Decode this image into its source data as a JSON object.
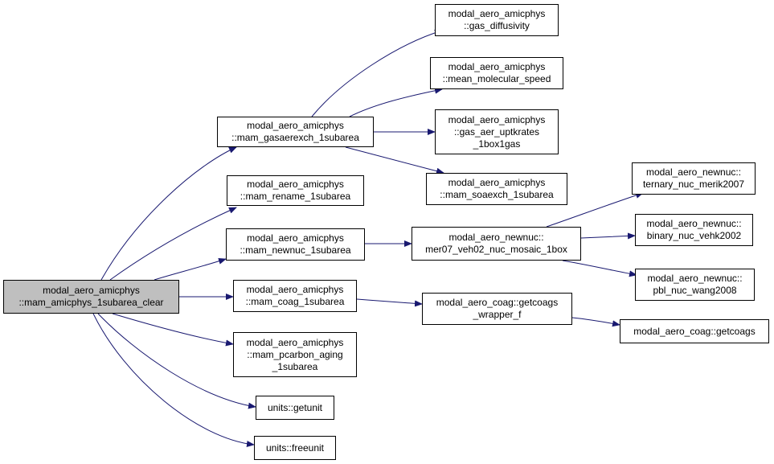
{
  "diagram": {
    "type": "call-graph",
    "colors": {
      "edge": "#191970",
      "node_border": "#000000",
      "node_fill": "#ffffff",
      "root_fill": "#bfbfbf"
    },
    "nodes": [
      {
        "id": "root",
        "root": true,
        "lines": [
          "modal_aero_amicphys",
          "::mam_amicphys_1subarea_clear"
        ]
      },
      {
        "id": "gasaerexch",
        "lines": [
          "modal_aero_amicphys",
          "::mam_gasaerexch_1subarea"
        ]
      },
      {
        "id": "rename",
        "lines": [
          "modal_aero_amicphys",
          "::mam_rename_1subarea"
        ]
      },
      {
        "id": "newnuc",
        "lines": [
          "modal_aero_amicphys",
          "::mam_newnuc_1subarea"
        ]
      },
      {
        "id": "coag",
        "lines": [
          "modal_aero_amicphys",
          "::mam_coag_1subarea"
        ]
      },
      {
        "id": "pcarbon",
        "lines": [
          "modal_aero_amicphys",
          "::mam_pcarbon_aging",
          "_1subarea"
        ]
      },
      {
        "id": "getunit",
        "lines": [
          "units::getunit"
        ]
      },
      {
        "id": "freeunit",
        "lines": [
          "units::freeunit"
        ]
      },
      {
        "id": "gas_diff",
        "lines": [
          "modal_aero_amicphys",
          "::gas_diffusivity"
        ]
      },
      {
        "id": "mean_mol",
        "lines": [
          "modal_aero_amicphys",
          "::mean_molecular_speed"
        ]
      },
      {
        "id": "uptk",
        "lines": [
          "modal_aero_amicphys",
          "::gas_aer_uptkrates",
          "_1box1gas"
        ]
      },
      {
        "id": "soaexch",
        "lines": [
          "modal_aero_amicphys",
          "::mam_soaexch_1subarea"
        ]
      },
      {
        "id": "mer07",
        "lines": [
          "modal_aero_newnuc::",
          "mer07_veh02_nuc_mosaic_1box"
        ]
      },
      {
        "id": "ternary",
        "lines": [
          "modal_aero_newnuc::",
          "ternary_nuc_merik2007"
        ]
      },
      {
        "id": "binary",
        "lines": [
          "modal_aero_newnuc::",
          "binary_nuc_vehk2002"
        ]
      },
      {
        "id": "pbl",
        "lines": [
          "modal_aero_newnuc::",
          "pbl_nuc_wang2008"
        ]
      },
      {
        "id": "getcoags_wrapper",
        "lines": [
          "modal_aero_coag::getcoags",
          "_wrapper_f"
        ]
      },
      {
        "id": "getcoags",
        "lines": [
          "modal_aero_coag::getcoags"
        ]
      }
    ],
    "edges": [
      {
        "from": "root",
        "to": "gasaerexch"
      },
      {
        "from": "root",
        "to": "rename"
      },
      {
        "from": "root",
        "to": "newnuc"
      },
      {
        "from": "root",
        "to": "coag"
      },
      {
        "from": "root",
        "to": "pcarbon"
      },
      {
        "from": "root",
        "to": "getunit"
      },
      {
        "from": "root",
        "to": "freeunit"
      },
      {
        "from": "gasaerexch",
        "to": "gas_diff"
      },
      {
        "from": "gasaerexch",
        "to": "mean_mol"
      },
      {
        "from": "gasaerexch",
        "to": "uptk"
      },
      {
        "from": "gasaerexch",
        "to": "soaexch"
      },
      {
        "from": "newnuc",
        "to": "mer07"
      },
      {
        "from": "mer07",
        "to": "ternary"
      },
      {
        "from": "mer07",
        "to": "binary"
      },
      {
        "from": "mer07",
        "to": "pbl"
      },
      {
        "from": "coag",
        "to": "getcoags_wrapper"
      },
      {
        "from": "getcoags_wrapper",
        "to": "getcoags"
      }
    ]
  }
}
